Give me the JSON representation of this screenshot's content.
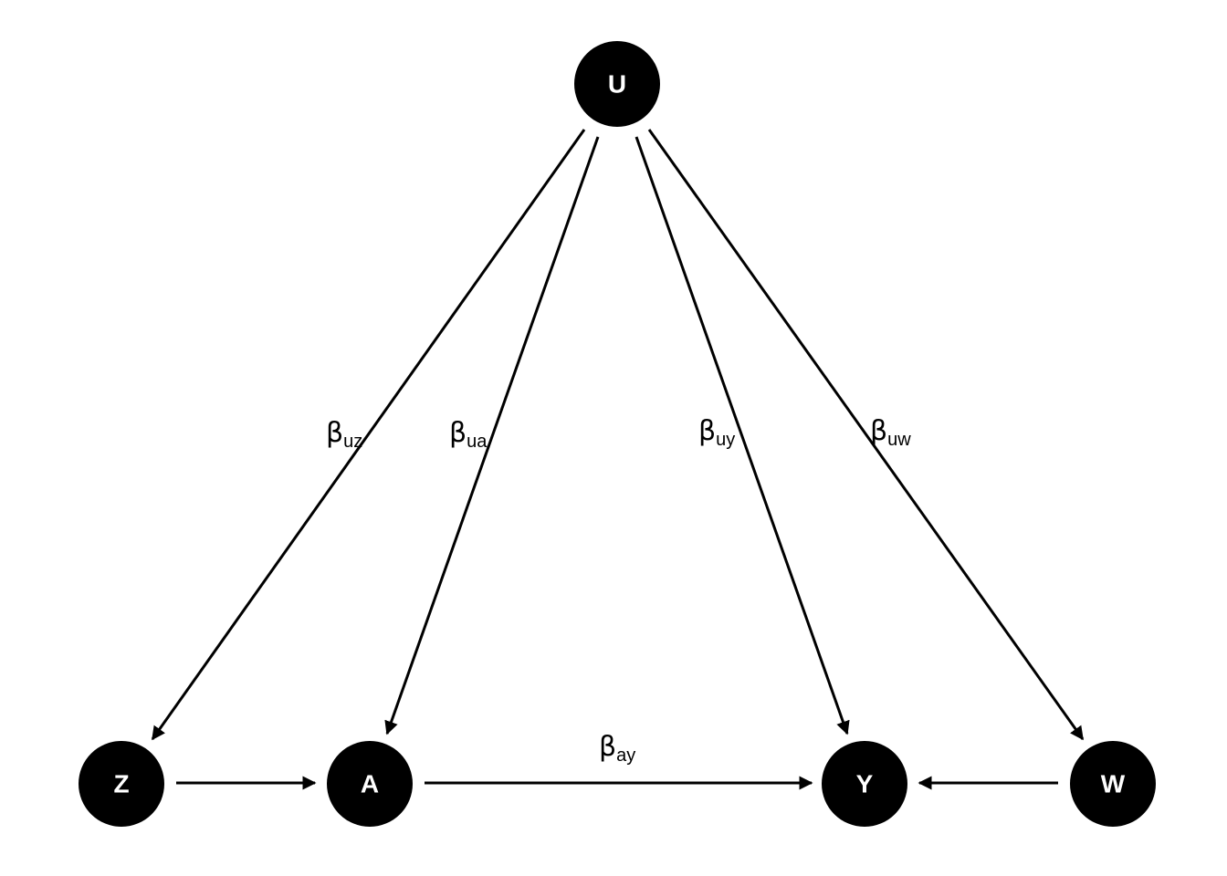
{
  "diagram": {
    "nodes": {
      "U": {
        "label": "U"
      },
      "Z": {
        "label": "Z"
      },
      "A": {
        "label": "A"
      },
      "Y": {
        "label": "Y"
      },
      "W": {
        "label": "W"
      }
    },
    "edges": [
      {
        "from": "U",
        "to": "Z",
        "symbol": "β",
        "subscript": "uz"
      },
      {
        "from": "U",
        "to": "A",
        "symbol": "β",
        "subscript": "ua"
      },
      {
        "from": "U",
        "to": "Y",
        "symbol": "β",
        "subscript": "uy"
      },
      {
        "from": "U",
        "to": "W",
        "symbol": "β",
        "subscript": "uw"
      },
      {
        "from": "Z",
        "to": "A",
        "symbol": "",
        "subscript": ""
      },
      {
        "from": "A",
        "to": "Y",
        "symbol": "β",
        "subscript": "ay"
      },
      {
        "from": "W",
        "to": "Y",
        "symbol": "",
        "subscript": ""
      }
    ],
    "colors": {
      "node_fill": "#000000",
      "node_text": "#ffffff",
      "edge": "#000000"
    }
  }
}
